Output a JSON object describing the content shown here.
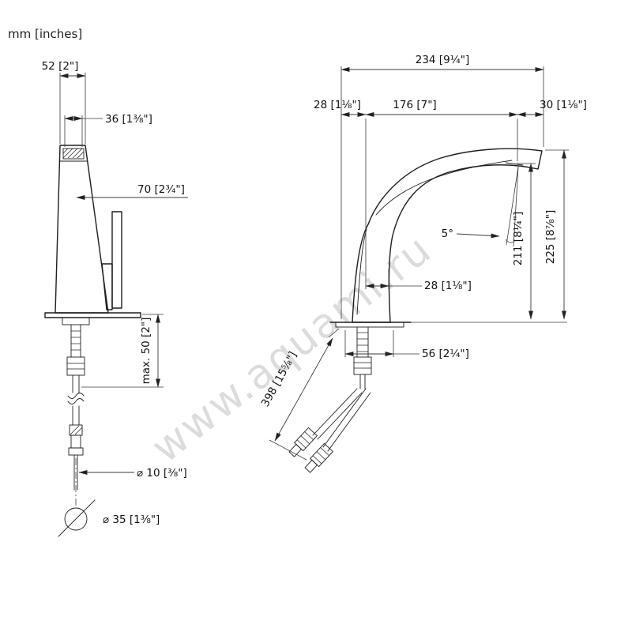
{
  "units_label": "mm [inches]",
  "watermark": "www.aquami.ru",
  "front_view": {
    "top_width": "52 [2\"]",
    "spout_width": "36 [1⅜\"]",
    "handle_projection": "70 [2¾\"]",
    "max_mounting_depth": "max. 50 [2\"]",
    "hose_diameter": "⌀ 10 [⅜\"]",
    "hole_diameter": "⌀ 35 [1⅜\"]"
  },
  "side_view": {
    "total_projection": "234 [9¼\"]",
    "rear_depth": "28 [1⅛\"]",
    "spout_projection": "176 [7\"]",
    "tip_overhang": "30 [1⅛\"]",
    "spray_angle": "5°",
    "outlet_height": "211 [8¼\"]",
    "overall_height": "225 [8⅞\"]",
    "body_depth": "28 [1⅛\"]",
    "base_depth": "56 [2¼\"]",
    "hose_length": "398 [15⅝\"]"
  }
}
